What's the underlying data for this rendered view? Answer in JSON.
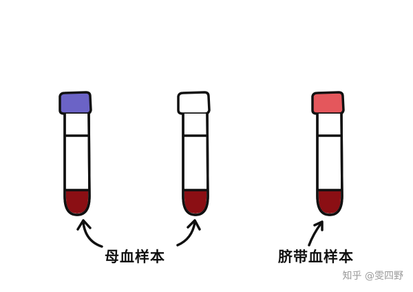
{
  "tubes": [
    {
      "id": "maternal-tube-1",
      "cap_color": "#6b63c6",
      "blood_color": "#8b0f14"
    },
    {
      "id": "maternal-tube-2",
      "cap_color": "#ffffff",
      "blood_color": "#8b0f14"
    },
    {
      "id": "cord-tube",
      "cap_color": "#e4575c",
      "blood_color": "#8b0f14"
    }
  ],
  "labels": {
    "maternal": "母血样本",
    "cord": "脐带血样本"
  },
  "watermark": "知乎 @雯四野"
}
